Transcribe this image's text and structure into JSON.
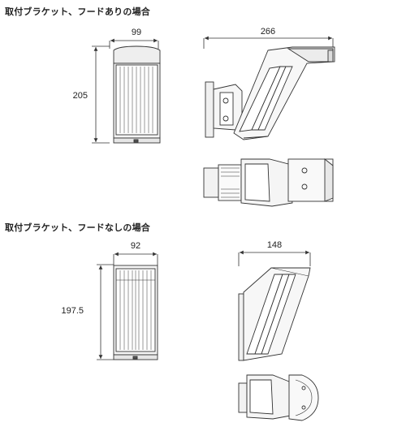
{
  "sections": [
    {
      "heading": "取付ブラケット、フードありの場合",
      "dims": {
        "front_width": "99",
        "height": "205",
        "side_depth": "266"
      }
    },
    {
      "heading": "取付ブラケット、フードなしの場合",
      "dims": {
        "front_width": "92",
        "height": "197.5",
        "side_depth": "148"
      }
    }
  ]
}
